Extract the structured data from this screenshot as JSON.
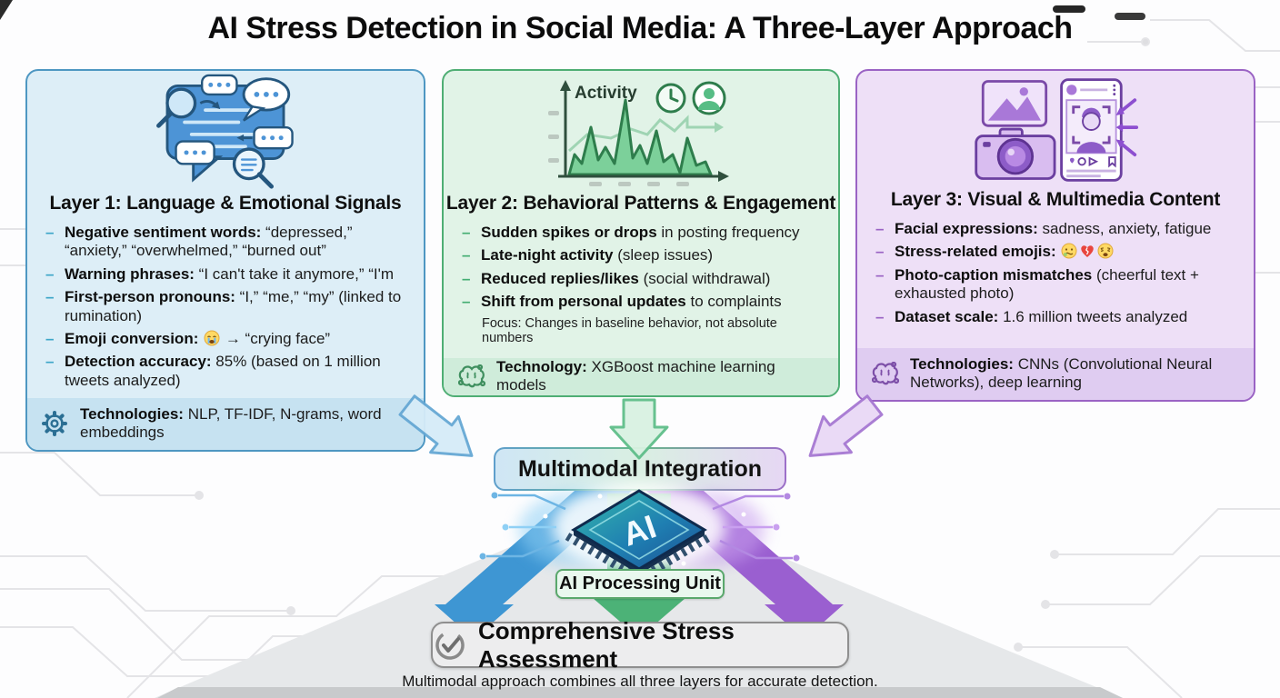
{
  "title": "AI Stress Detection in Social Media: A Three-Layer Approach",
  "ui": {
    "dash": "–"
  },
  "layers": [
    {
      "heading": "Layer 1: Language & Emotional Signals",
      "icon": "chat-analysis-icon",
      "accent": "#4e97c2",
      "bullets": [
        {
          "lead": "Negative sentiment words:",
          "rest": " “depressed,” “anxiety,” “overwhelmed,” “burned out”"
        },
        {
          "lead": "Warning phrases:",
          "rest": " “I can't take it anymore,” “I'm"
        },
        {
          "lead": "First-person pronouns:",
          "rest": " “I,” “me,” “my” (linked to rumination)"
        },
        {
          "lead": "Emoji conversion:",
          "emoji_icon": "loudly-crying-face-emoji",
          "rest": " → “crying face”"
        },
        {
          "lead": "Detection accuracy:",
          "rest": " 85% (based on 1 million tweets analyzed)"
        }
      ],
      "tech_icon": "gear-icon",
      "tech_lead": "Technologies:",
      "tech_rest": " NLP, TF-IDF, N-grams, word embeddings"
    },
    {
      "heading": "Layer 2: Behavioral Patterns & Engagement",
      "icon": "activity-chart-icon",
      "icon_label": "Activity",
      "accent": "#4fae74",
      "bullets": [
        {
          "lead": "Sudden spikes or drops",
          "rest": " in posting frequency"
        },
        {
          "lead": "Late-night activity",
          "rest": " (sleep issues)"
        },
        {
          "lead": "Reduced replies/likes",
          "rest": " (social withdrawal)"
        },
        {
          "lead": "Shift from personal updates",
          "rest": " to complaints"
        }
      ],
      "note": "Focus: Changes in baseline behavior, not absolute numbers",
      "tech_icon": "brain-icon",
      "tech_lead": "Technology:",
      "tech_rest": " XGBoost machine learning models"
    },
    {
      "heading": "Layer 3: Visual & Multimedia Content",
      "icon": "camera-photo-post-icon",
      "accent": "#9a63c4",
      "bullets": [
        {
          "lead": "Facial expressions:",
          "rest": " sadness, anxiety, fatigue"
        },
        {
          "lead": "Stress-related emojis:",
          "emoji_icons": [
            "queasy-face-emoji",
            "broken-heart-emoji",
            "weary-face-emoji"
          ],
          "rest": ""
        },
        {
          "lead": "Photo-caption mismatches",
          "rest": " (cheerful text + exhausted photo)"
        },
        {
          "lead": "Dataset scale:",
          "rest": " 1.6 million tweets analyzed"
        }
      ],
      "tech_icon": "brain-icon",
      "tech_lead": "Technologies:",
      "tech_rest": " CNNs (Convolutional Neural Networks), deep learning"
    }
  ],
  "center": {
    "multimodal_label": "Multimodal Integration",
    "chip_label": "AI",
    "processing_label": "AI Processing Unit",
    "assessment_label": "Comprehensive Stress Assessment",
    "assessment_icon": "check-circle-icon"
  },
  "footnote": "Multimodal approach combines all three layers for accurate detection.",
  "colors": {
    "layer1_fill": "#ddeef7",
    "layer1_border": "#4e97c2",
    "layer2_fill": "#e1f3e7",
    "layer2_border": "#4fae74",
    "layer3_fill": "#eee0f7",
    "layer3_border": "#9a63c4",
    "arrow_blue": "#3e96d3",
    "arrow_green": "#4cb277",
    "arrow_purple": "#9a5fd0",
    "assessment_fill": "#ededee"
  }
}
